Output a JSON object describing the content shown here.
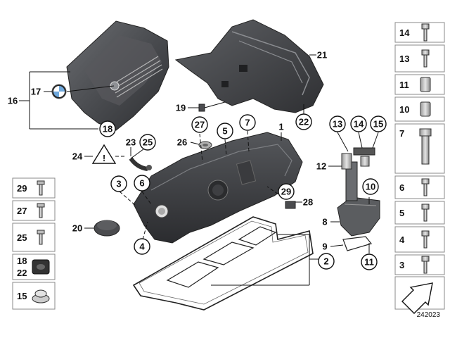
{
  "diagram": {
    "reference_number": "242023",
    "colors": {
      "part_dark": "#3c3d40",
      "part_mid": "#55575b",
      "part_light": "#7a7c80",
      "metal": "#c9c9c9",
      "highlight_ring": "#c0392b",
      "line": "#111111"
    },
    "callouts": [
      {
        "id": "c1",
        "label": "1"
      },
      {
        "id": "c2",
        "label": "2"
      },
      {
        "id": "c3",
        "label": "3"
      },
      {
        "id": "c4",
        "label": "4"
      },
      {
        "id": "c5",
        "label": "5"
      },
      {
        "id": "c6",
        "label": "6"
      },
      {
        "id": "c7",
        "label": "7"
      },
      {
        "id": "c8",
        "label": "8"
      },
      {
        "id": "c9",
        "label": "9"
      },
      {
        "id": "c10",
        "label": "10"
      },
      {
        "id": "c11",
        "label": "11"
      },
      {
        "id": "c12",
        "label": "12"
      },
      {
        "id": "c13",
        "label": "13"
      },
      {
        "id": "c14",
        "label": "14"
      },
      {
        "id": "c15",
        "label": "15"
      },
      {
        "id": "c16",
        "label": "16"
      },
      {
        "id": "c17",
        "label": "17"
      },
      {
        "id": "c18",
        "label": "18"
      },
      {
        "id": "c19",
        "label": "19"
      },
      {
        "id": "c20",
        "label": "20"
      },
      {
        "id": "c21",
        "label": "21"
      },
      {
        "id": "c22",
        "label": "22"
      },
      {
        "id": "c23",
        "label": "23"
      },
      {
        "id": "c24",
        "label": "24"
      },
      {
        "id": "c25",
        "label": "25"
      },
      {
        "id": "c26",
        "label": "26"
      },
      {
        "id": "c27",
        "label": "27"
      },
      {
        "id": "c28",
        "label": "28"
      },
      {
        "id": "c29",
        "label": "29"
      }
    ],
    "left_panel": [
      "29",
      "27",
      "25",
      "18",
      "22",
      "15"
    ],
    "right_panel": [
      "14",
      "13",
      "11",
      "10",
      "7",
      "6",
      "5",
      "4",
      "3"
    ],
    "icons": [
      "engine-cover-icon",
      "cylinder-head-cover-icon",
      "acoustic-shield-icon",
      "gasket-icon",
      "bolt-icon",
      "grommet-icon",
      "oil-filler-cap-icon",
      "oil-separator-icon",
      "warning-triangle-icon",
      "arrow-icon"
    ]
  }
}
